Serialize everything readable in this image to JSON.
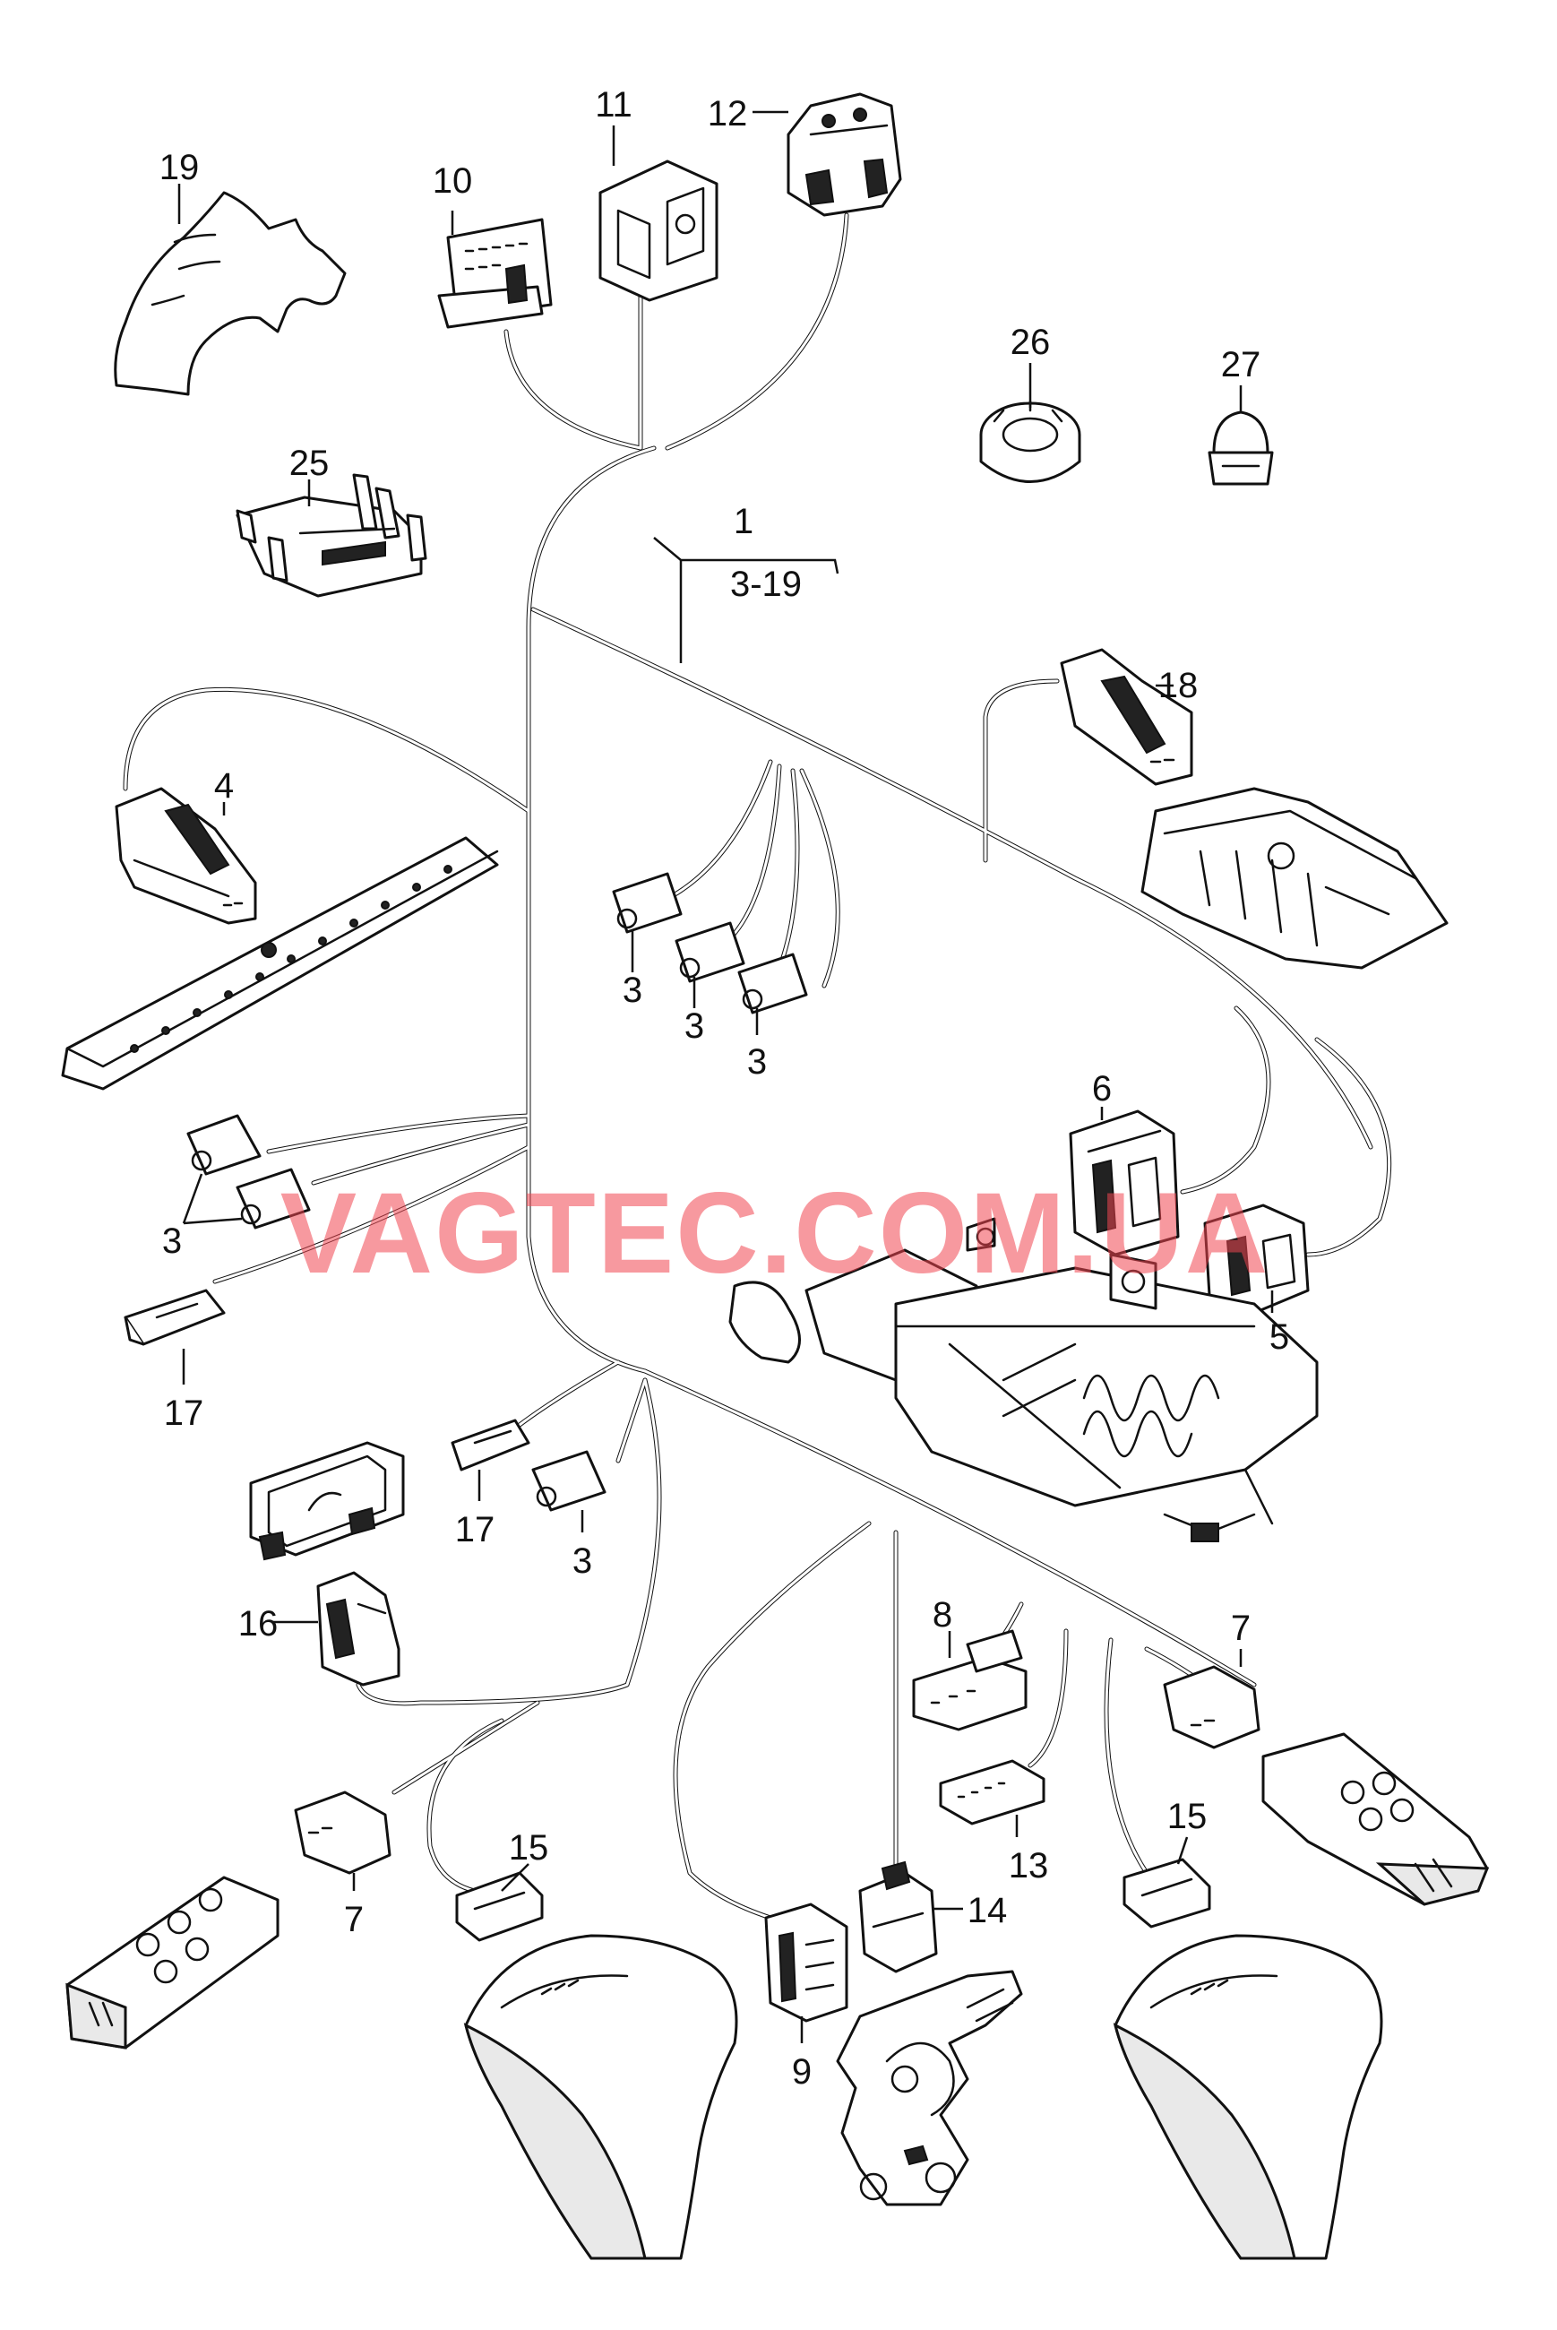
{
  "watermark": "VAGTEC.COM.UA",
  "callouts": {
    "c1": "1",
    "c1_range": "3-19",
    "c3a": "3",
    "c3b": "3",
    "c3c": "3",
    "c3d": "3",
    "c3e": "3",
    "c4": "4",
    "c5": "5",
    "c6": "6",
    "c7a": "7",
    "c7b": "7",
    "c8": "8",
    "c9": "9",
    "c10": "10",
    "c11": "11",
    "c12": "12",
    "c13": "13",
    "c14": "14",
    "c15a": "15",
    "c15b": "15",
    "c16": "16",
    "c17a": "17",
    "c17b": "17",
    "c18": "18",
    "c19": "19",
    "c25": "25",
    "c26": "26",
    "c27": "27"
  },
  "colors": {
    "line": "#111111",
    "background": "#ffffff",
    "watermark": "#f04650"
  }
}
